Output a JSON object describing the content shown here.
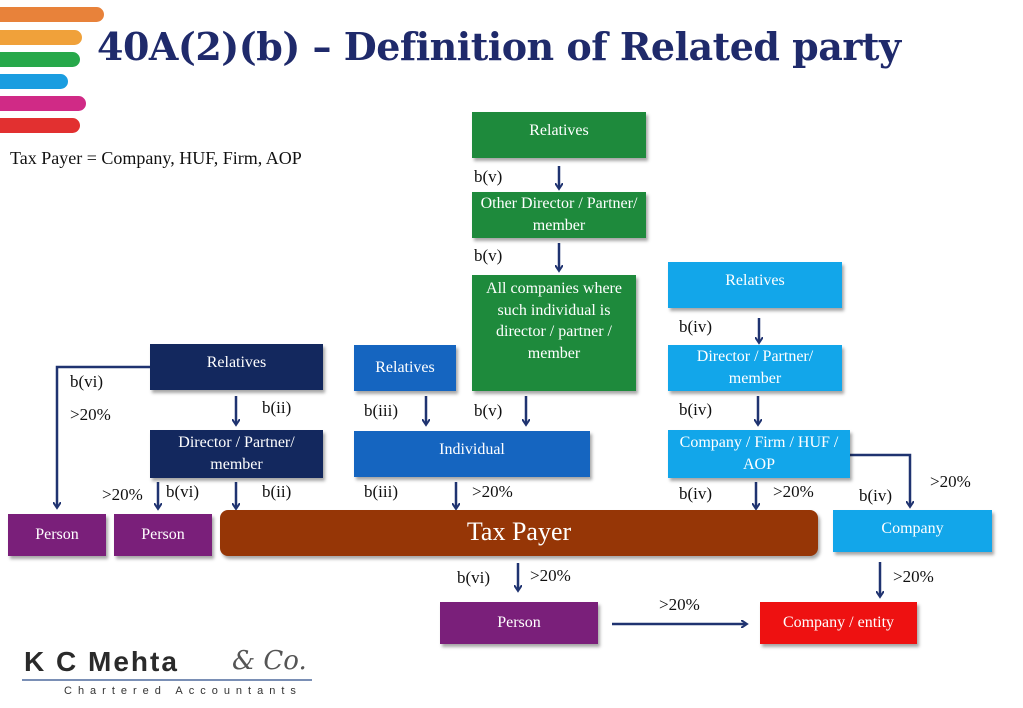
{
  "title": "40A(2)(b) – Definition of Related party",
  "subtitle": "Tax Payer = Company, HUF, Firm, AOP",
  "colors": {
    "green": "#1e8a3c",
    "navy": "#13285e",
    "blue": "#1565c0",
    "sky": "#12a6ea",
    "purple": "#7a1f7a",
    "brown": "#963606",
    "red": "#ee1111",
    "arrow": "#1f3370"
  },
  "boxes": {
    "relatives_top": "Relatives",
    "other_director": "Other Director / Partner/ member",
    "all_companies": "All companies where such individual is director / partner / member",
    "relatives_right": "Relatives",
    "director_right": "Director / Partner/ member",
    "company_firm": "Company / Firm / HUF / AOP",
    "company_right": "Company",
    "relatives_left": "Relatives",
    "director_left": "Director / Partner/ member",
    "relatives_mid": "Relatives",
    "individual": "Individual",
    "person_1": "Person",
    "person_2": "Person",
    "tax_payer": "Tax Payer",
    "person_bottom": "Person",
    "company_entity": "Company / entity"
  },
  "labels": {
    "bv_1": "b(v)",
    "bv_2": "b(v)",
    "biv_1": "b(iv)",
    "bvi_left": "b(vi)",
    "pct_left": ">20%",
    "bii_1": "b(ii)",
    "biii_1": "b(iii)",
    "bv_3": "b(v)",
    "biv_2": "b(iv)",
    "pct_person": ">20%",
    "bvi_2": "b(vi)",
    "bii_2": "b(ii)",
    "biii_2": "b(iii)",
    "pct_ind": ">20%",
    "biv_3": "b(iv)",
    "pct_cf": ">20%",
    "biv_4": "b(iv)",
    "pct_company": ">20%",
    "bvi_bottom": "b(vi)",
    "pct_bottom": ">20%",
    "pct_company2": ">20%",
    "pct_arrow": ">20%"
  },
  "logo": {
    "main": "K C Mehta",
    "co": "& Co.",
    "sub": "Chartered Accountants"
  }
}
